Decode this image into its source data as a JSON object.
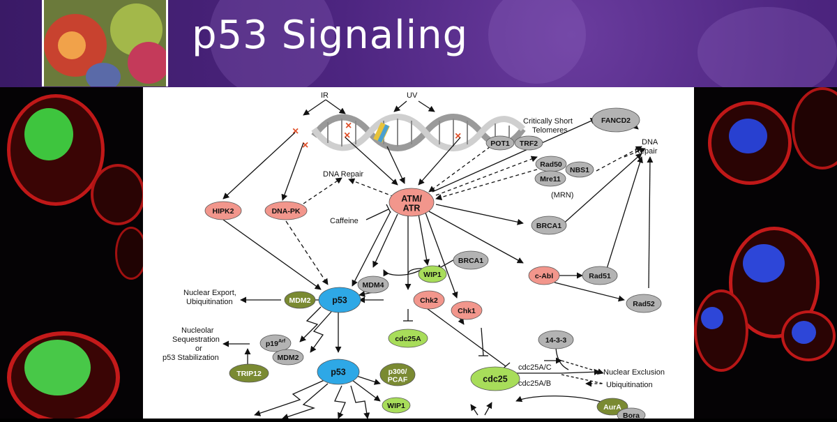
{
  "banner": {
    "title": "p53 Signaling"
  },
  "colors": {
    "red": "#f2968c",
    "gray": "#b3b3b3",
    "blue": "#2ea8e6",
    "green": "#a8dd5a",
    "olive": "#7a8a32",
    "banner": "#4d2580"
  },
  "nodes": [
    {
      "id": "ATM",
      "label": "ATM/",
      "label2": "ATR",
      "color": "red"
    },
    {
      "id": "HIPK2",
      "label": "HIPK2",
      "color": "red"
    },
    {
      "id": "DNAPK",
      "label": "DNA-PK",
      "color": "red"
    },
    {
      "id": "p53a",
      "label": "p53",
      "color": "blue"
    },
    {
      "id": "p53b",
      "label": "p53",
      "color": "blue"
    },
    {
      "id": "MDM2a",
      "label": "MDM2",
      "color": "olive"
    },
    {
      "id": "MDM4",
      "label": "MDM4",
      "color": "gray"
    },
    {
      "id": "Chk2",
      "label": "Chk2",
      "color": "red"
    },
    {
      "id": "WIP1a",
      "label": "WIP1",
      "color": "green"
    },
    {
      "id": "BRCA1a",
      "label": "BRCA1",
      "color": "gray"
    },
    {
      "id": "Chk1",
      "label": "Chk1",
      "color": "red"
    },
    {
      "id": "cAbl",
      "label": "c-Abl",
      "color": "red"
    },
    {
      "id": "Rad51",
      "label": "Rad51",
      "color": "gray"
    },
    {
      "id": "Rad52",
      "label": "Rad52",
      "color": "gray"
    },
    {
      "id": "BRCA1b",
      "label": "BRCA1",
      "color": "gray"
    },
    {
      "id": "FANCD2",
      "label": "FANCD2",
      "color": "gray"
    },
    {
      "id": "Rad50",
      "label": "Rad50",
      "color": "gray"
    },
    {
      "id": "NBS1",
      "label": "NBS1",
      "color": "gray"
    },
    {
      "id": "Mre11",
      "label": "Mre11",
      "color": "gray"
    },
    {
      "id": "POT1",
      "label": "POT1",
      "color": "gray"
    },
    {
      "id": "TRF2",
      "label": "TRF2",
      "color": "gray"
    },
    {
      "id": "cdc25A",
      "label": "cdc25A",
      "color": "green"
    },
    {
      "id": "cdc25",
      "label": "cdc25",
      "color": "green"
    },
    {
      "id": "p19",
      "label": "p19",
      "label_sup": "Arf",
      "color": "gray"
    },
    {
      "id": "MDM2b",
      "label": "MDM2",
      "color": "gray"
    },
    {
      "id": "TRIP12",
      "label": "TRIP12",
      "color": "olive"
    },
    {
      "id": "p300",
      "label": "p300/",
      "label2": "PCAF",
      "color": "olive"
    },
    {
      "id": "WIP1b",
      "label": "WIP1",
      "color": "green"
    },
    {
      "id": "s1433",
      "label": "14-3-3",
      "color": "gray"
    },
    {
      "id": "AurA",
      "label": "AurA",
      "color": "olive"
    },
    {
      "id": "Bora",
      "label": "Bora",
      "color": "gray"
    }
  ],
  "labels": {
    "ir": "IR",
    "uv": "UV",
    "telomeres1": "Critically Short",
    "telomeres2": "Telomeres",
    "dnarepair_right1": "DNA",
    "dnarepair_right2": "Repair",
    "dnarepair_top": "DNA Repair",
    "caffeine": "Caffeine",
    "mrn": "(MRN)",
    "nuclear_export1": "Nuclear Export,",
    "nuclear_export2": "Ubiquitination",
    "nucleolar1": "Nucleolar",
    "nucleolar2": "Sequestration",
    "nucleolar3": "or",
    "nucleolar4": "p53 Stabilization",
    "cdc25ac": "cdc25A/C",
    "cdc25ab": "cdc25A/B",
    "nuclear_exclusion": "Nuclear Exclusion",
    "ubiquitination": "Ubiquitination"
  }
}
